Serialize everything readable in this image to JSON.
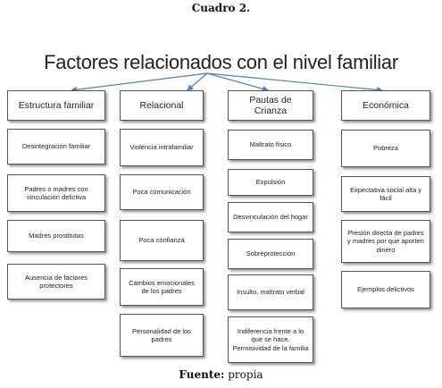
{
  "caption": "Cuadro 2.",
  "title": "Factores relacionados con el nivel familiar",
  "columns": [
    {
      "header": "Estructura familiar",
      "items": [
        "Desintegración familiar",
        "Padres o madres con vinculación delictiva",
        "Madres prostitutas",
        "Ausencia de factores protectores"
      ]
    },
    {
      "header": "Relacional",
      "items": [
        "Violencia intrafamiliar",
        "Poca comunicación",
        "Poca confianza",
        "Cambios emocionales de los padres",
        "Personalidad de los padres"
      ]
    },
    {
      "header": "Pautas de Crianza",
      "items": [
        "Maltrato físico",
        "Expulsión",
        "Desvinculación del hogar",
        "Sobreprotección",
        "Insulto, maltrato verbal",
        "Indiferencia frente a lo que se hace. Permisividad de la familia"
      ]
    },
    {
      "header": "Económica",
      "items": [
        "Pobreza",
        "Expectativa social alta y fácil",
        "Presión directa de padres y madres por que aporten dinero",
        "Ejemplos delictivos"
      ]
    }
  ],
  "source": {
    "label": "Fuente:",
    "value": "propia"
  },
  "colors": {
    "arrow": "#4F81BD",
    "box_border": "#555555"
  }
}
